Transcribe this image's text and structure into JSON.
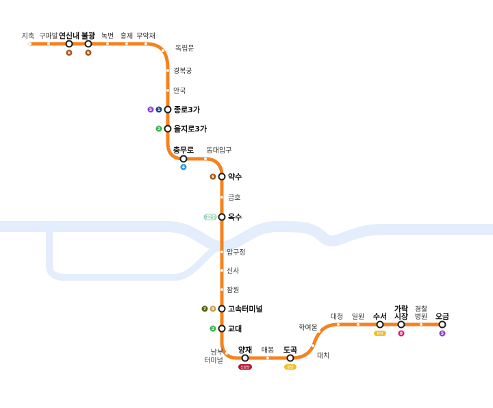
{
  "colors": {
    "line3": "#f5821f",
    "river": "#e3edfb",
    "line1": "#1a3c8f",
    "line2": "#3ab54a",
    "line4": "#2c9bd6",
    "line5": "#8b3fd9",
    "line6": "#a6531b",
    "line7": "#5a6313",
    "line8": "#e6186c",
    "line9": "#c7a03a",
    "suin_bundang": "#f2c02c",
    "shinbundang": "#b31831",
    "gyeongui": "#72c7a9"
  },
  "stations": {
    "jichuk": "지축",
    "gupabal": "구파발",
    "yeonsinnae": "연신내",
    "bulgwang": "불광",
    "nokbeon": "녹번",
    "hongje": "홍제",
    "muakjae": "무악재",
    "dongnimmun": "독립문",
    "gyeongbokgung": "경복궁",
    "anguk": "안국",
    "jongno3ga": "종로3가",
    "euljiro3ga": "을지로3가",
    "chungmuro": "충무로",
    "dongdaeipgu": "동대입구",
    "yaksu": "약수",
    "geumho": "금호",
    "oksu": "옥수",
    "apgujeong": "압구정",
    "sinsa": "신사",
    "jamwon": "잠원",
    "express_bus_terminal": "고속터미널",
    "gyodae": "교대",
    "nambu_line1": "남부",
    "nambu_line2": "터미널",
    "yangjae": "양재",
    "maebong": "매봉",
    "dogok": "도곡",
    "daechi": "대치",
    "hagyeoul": "학여울",
    "daecheong": "대청",
    "irwon": "일원",
    "suseo": "수서",
    "garak_line1": "가락",
    "garak_line2": "시장",
    "gyeongchal_line1": "경찰",
    "gyeongchal_line2": "병원",
    "ogeum": "오금"
  },
  "badges": {
    "yeonsinnae": "6",
    "bulgwang": "6",
    "jongno3ga_a": "5",
    "jongno3ga_b": "1",
    "euljiro3ga": "2",
    "chungmuro": "4",
    "yaksu": "6",
    "oksu": "경의중앙",
    "express_bus_terminal_a": "7",
    "express_bus_terminal_b": "9",
    "gyodae": "2",
    "yangjae": "신분당",
    "dogok": "분당",
    "suseo": "분당",
    "garak": "8",
    "ogeum": "5"
  }
}
